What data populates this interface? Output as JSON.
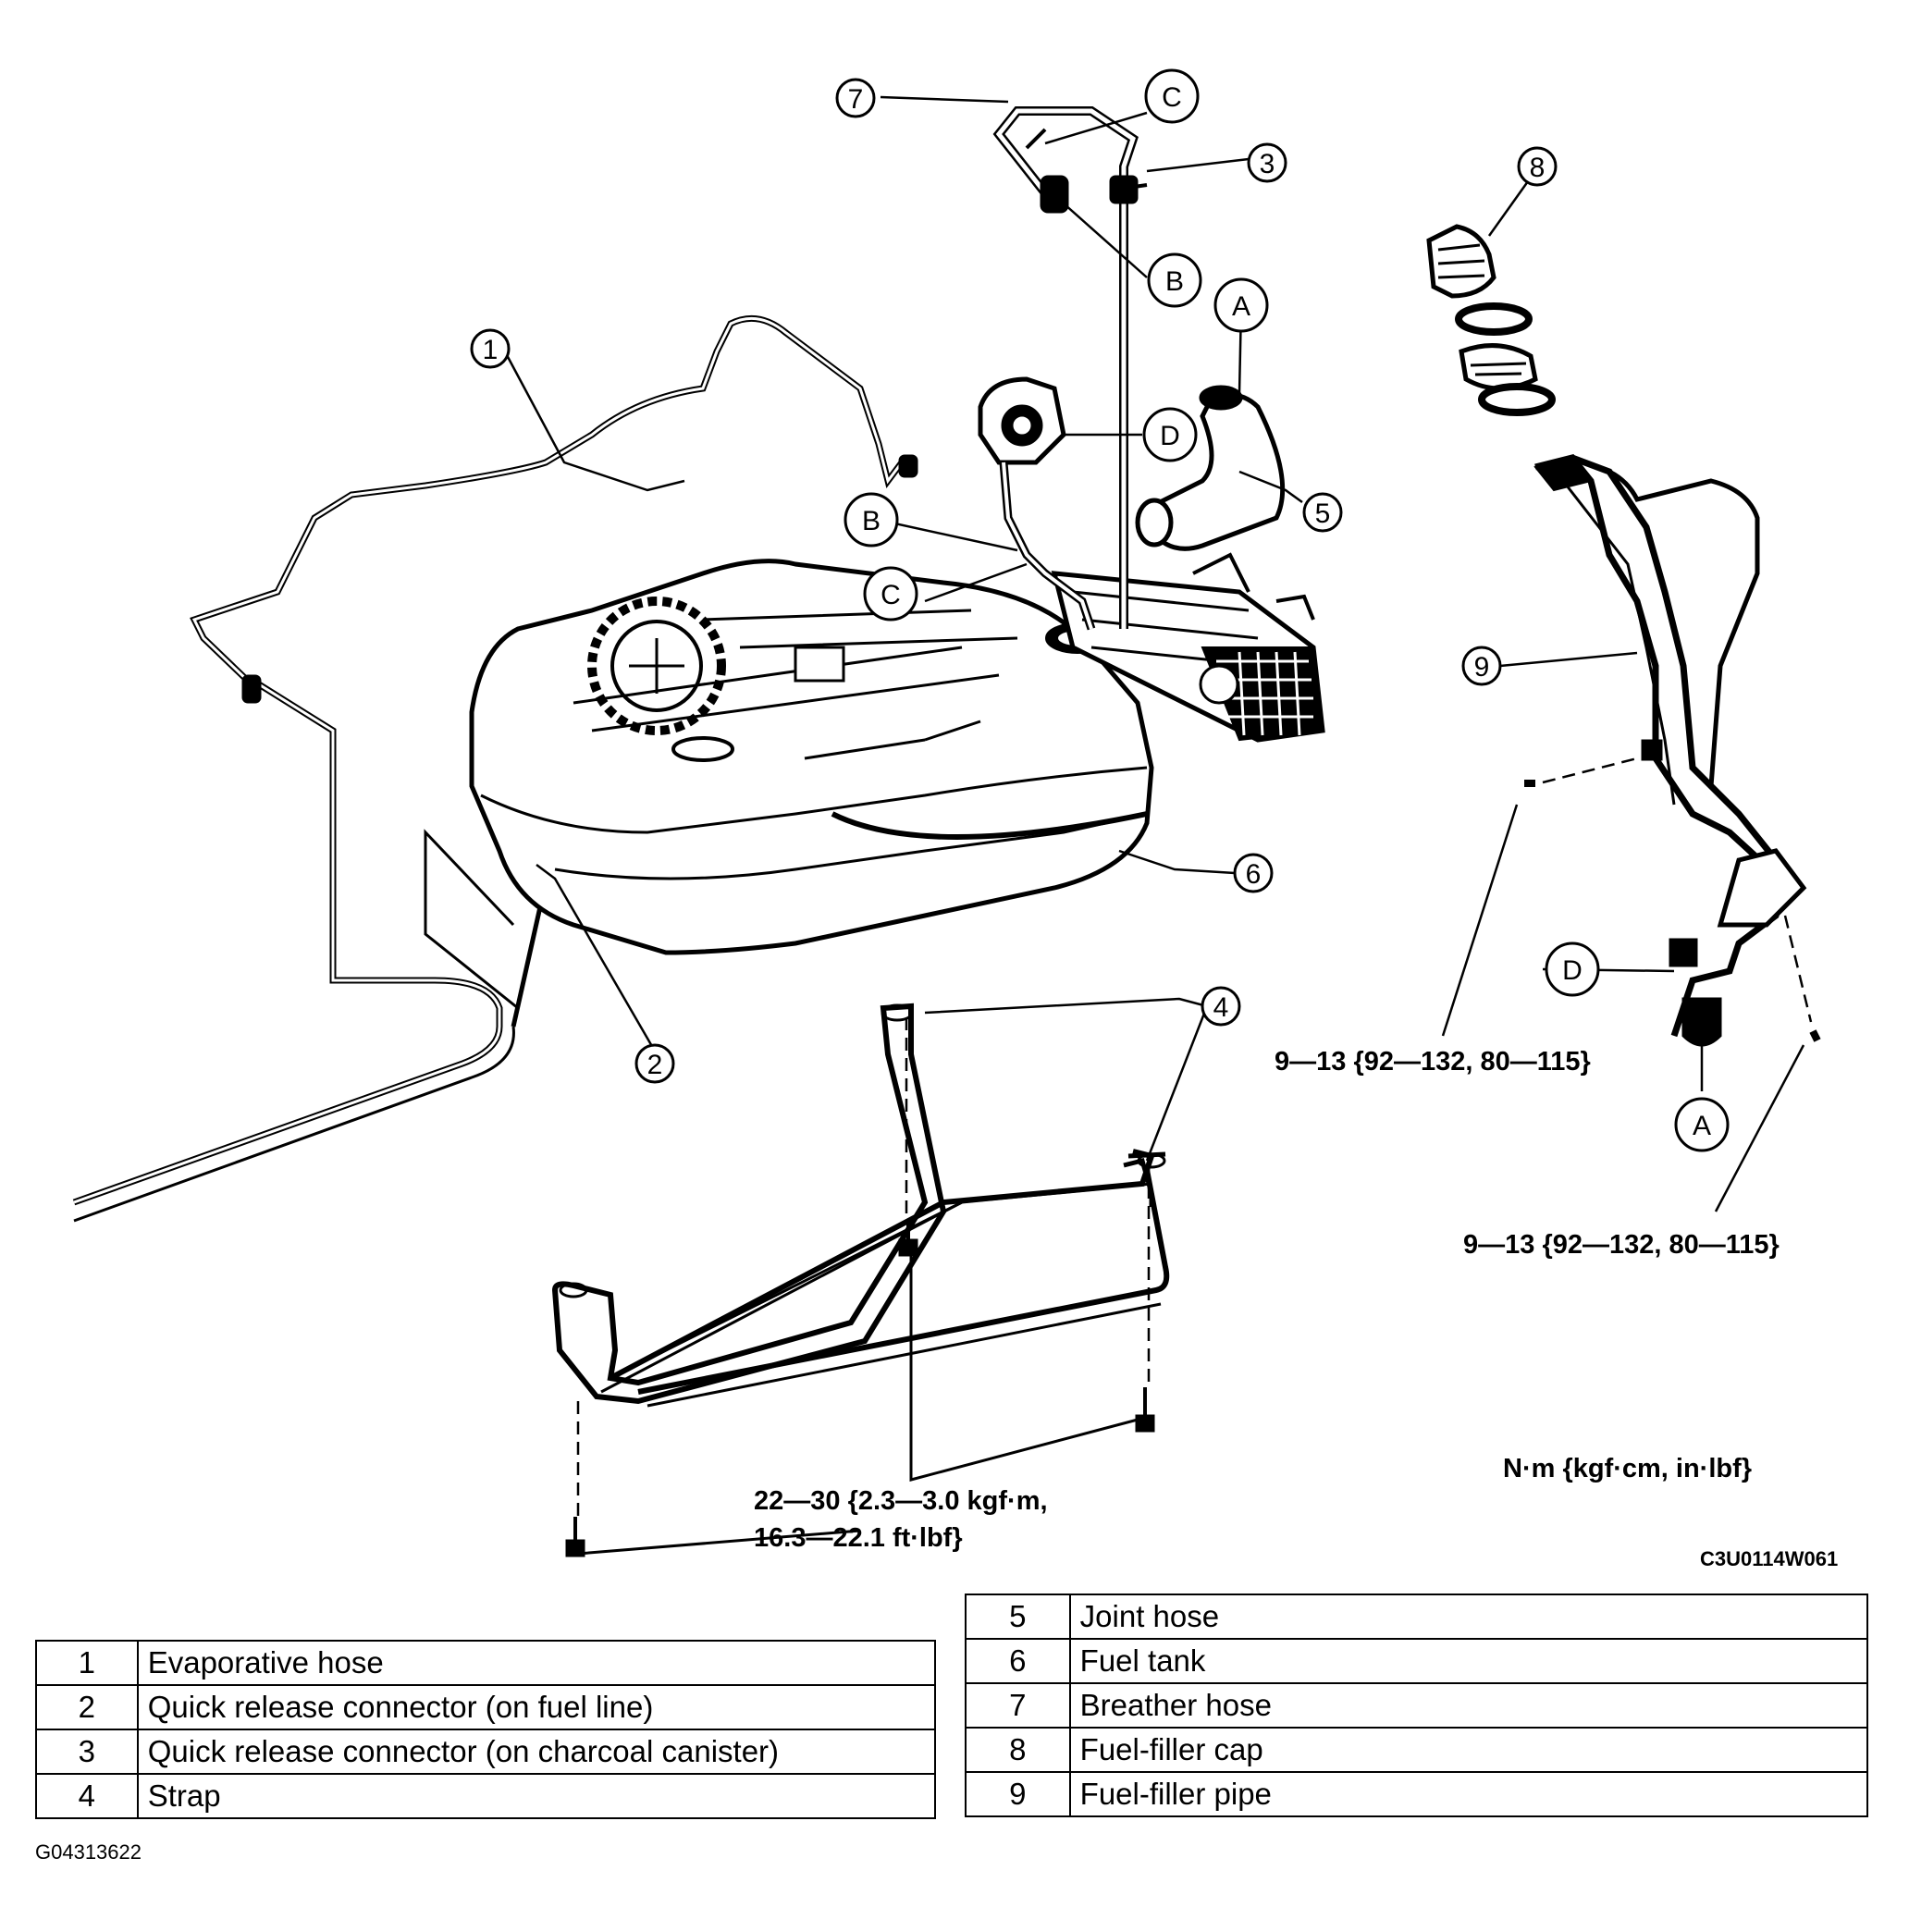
{
  "callouts": {
    "n1": "1",
    "n2": "2",
    "n3": "3",
    "n4": "4",
    "n5": "5",
    "n6": "6",
    "n7": "7",
    "n8": "8",
    "n9": "9",
    "a": "A",
    "b": "B",
    "c": "C",
    "d": "D"
  },
  "torque": {
    "filler_upper": "9—13 {92—132, 80—115}",
    "filler_lower": "9—13 {92—132, 80—115}",
    "strap_line1": "22—30 {2.3—3.0 kgf·m,",
    "strap_line2": "16.3—22.1 ft·lbf}",
    "units": "N·m {kgf·cm, in·lbf}"
  },
  "figure_id": "C3U0114W061",
  "footer_code": "G04313622",
  "legend_left": [
    {
      "num": "1",
      "label": "Evaporative hose"
    },
    {
      "num": "2",
      "label": "Quick release connector (on fuel line)"
    },
    {
      "num": "3",
      "label": "Quick release connector (on charcoal canister)"
    },
    {
      "num": "4",
      "label": "Strap"
    }
  ],
  "legend_right": [
    {
      "num": "5",
      "label": "Joint hose"
    },
    {
      "num": "6",
      "label": "Fuel tank"
    },
    {
      "num": "7",
      "label": "Breather hose"
    },
    {
      "num": "8",
      "label": "Fuel-filler cap"
    },
    {
      "num": "9",
      "label": "Fuel-filler pipe"
    }
  ]
}
